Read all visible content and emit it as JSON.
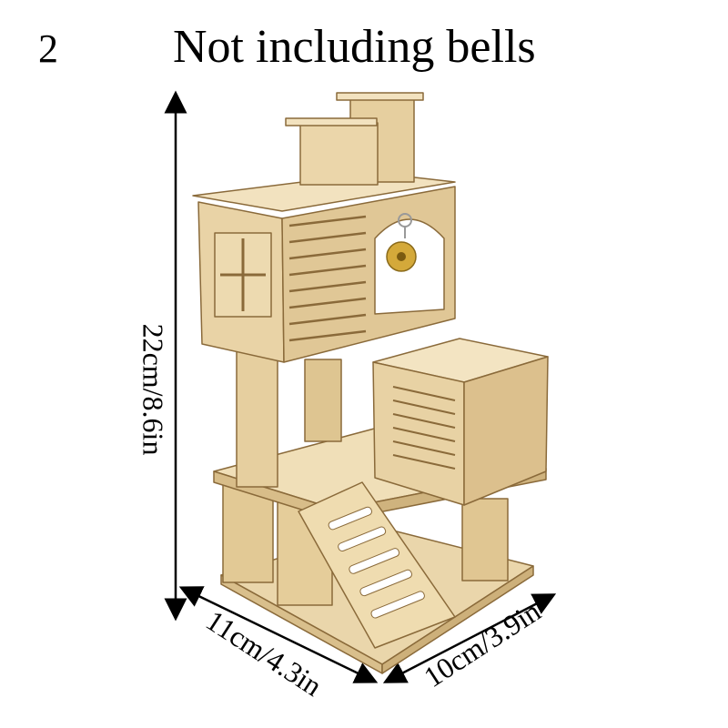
{
  "header": {
    "number": "2",
    "title": "Not including bells"
  },
  "dimensions": {
    "height_label": "22cm/8.6in",
    "width_label": "11cm/4.3in",
    "depth_label": "10cm/3.9in"
  },
  "product": {
    "material_color": "#e8d2a4",
    "edge_color": "#8a6a3a",
    "bell_color": "#d4a93a"
  }
}
